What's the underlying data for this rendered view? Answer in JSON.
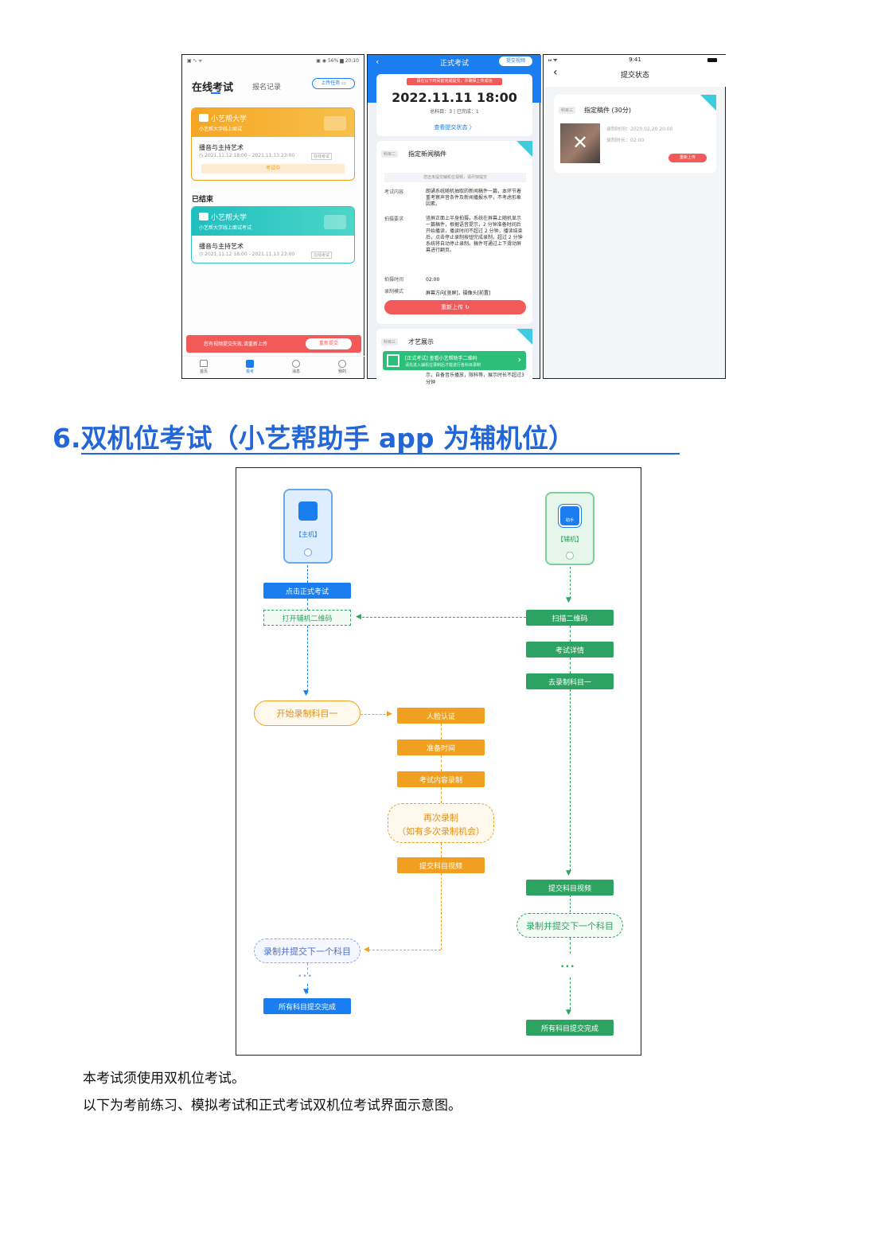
{
  "screen1": {
    "status_left": "▣ ᵃₗₗ ᯤ",
    "status_right": "▣ ◉ 56% ▆ 20:10",
    "title": "在线考试",
    "tab2": "报名记录",
    "upload_btn": "上传任务 ▭",
    "card1": {
      "school": "小艺帮大学",
      "subtitle": "小艺帮大学线上面试",
      "major": "播音与主持艺术",
      "time": "◷ 2021.11.12 18:00 - 2021.11.13 23:00",
      "tag": "在线考试",
      "status": "考试中"
    },
    "ended_label": "已结束",
    "card2": {
      "school": "小艺帮大学",
      "subtitle": "小艺帮大学线上面试考试",
      "major": "播音与主持艺术",
      "time": "◷ 2021.11.12 18:00 - 2021.11.13 23:00",
      "tag": "在线考试"
    },
    "banner_text": "您有视频提交失败,请重新上传",
    "banner_btn": "重新提交",
    "nav": [
      "首页",
      "报考",
      "消息",
      "我的"
    ]
  },
  "screen2": {
    "title": "正式考试",
    "top_btn": "提交视频",
    "notice": "请在以下时间前完成提交，并确保上传成功",
    "deadline": "2022.11.11 18:00",
    "counts": "总科目：3 | 已完成：1",
    "view_status": "查看提交状态 〉",
    "subj2_tag": "科目二",
    "subj2_title": "指定新闻稿件",
    "warn": "您还未提交辅机位视频，请尽快提交",
    "content_label": "考试内容",
    "content_text": "朗诵系统随机抽取的新闻稿件一篇，本环节着重考察声音条件及新闻播报水平，不考虑形象因素。",
    "req_label": "拍摄要求",
    "req_text": "竖屏正面上半身拍摄，系统在屏幕上随机显示一篇稿件，根据语音提示，2 分钟准备时间后开始播读，播读时间不超过 2 分钟，播读结束后，点击停止录制按钮完成录制，超过 2 分钟系统将自动停止录制。稿件可通过上下滑动屏幕进行翻页。",
    "dur_label": "拍摄时间",
    "dur_val": "02:00",
    "mode_label": "录制模式",
    "mode_val": "屏幕方向[竖屏]，摄像头[前置]",
    "reupload": "重新上传 ↻",
    "subj3_tag": "科目三",
    "subj3_title": "才艺展示",
    "qr_text1": "[正式考试] 查看小艺帮助手二维码",
    "qr_text2": "请先进入辅机位录制后才能进行各科目录制",
    "cut_text": "示，自备音乐播放，限科等，展示时长不超过3分钟"
  },
  "screen3": {
    "status_left": "ᵢₗₗ ᯤ",
    "time": "9:41",
    "title": "提交状态",
    "subj_tag": "科目三",
    "subj_title": "指定稿件 (30分)",
    "rec_time": "录制时间：2020.02.20 20:00",
    "rec_dur": "录制时长：02:00",
    "reupload": "重新上传"
  },
  "heading": "6.双机位考试（小艺帮助手 app 为辅机位）",
  "flow": {
    "main_phone": "【主机】",
    "aux_phone": "【辅机】",
    "aux_icon_text": "助手",
    "click_exam": "点击正式考试",
    "open_qr": "打开辅机二维码",
    "scan_qr": "扫描二维码",
    "exam_detail": "考试详情",
    "goto_record": "去录制科目一",
    "start_record": "开始录制科目一",
    "face": "人脸认证",
    "prep": "准备时间",
    "content_rec": "考试内容录制",
    "rerecord1": "再次录制",
    "rerecord2": "（如有多次录制机会）",
    "submit_orange": "提交科目视频",
    "submit_green": "提交科目视频",
    "next_green": "录制并提交下一个科目",
    "next_blue": "录制并提交下一个科目",
    "dots": "•••",
    "done_blue": "所有科目提交完成",
    "done_green": "所有科目提交完成"
  },
  "para1": "本考试须使用双机位考试。",
  "para2": "以下为考前练习、模拟考试和正式考试双机位考试界面示意图。",
  "colors": {
    "blue": "#1a7ef0",
    "green": "#2ca360",
    "orange": "#f0a01e",
    "heading": "#2266d8"
  }
}
